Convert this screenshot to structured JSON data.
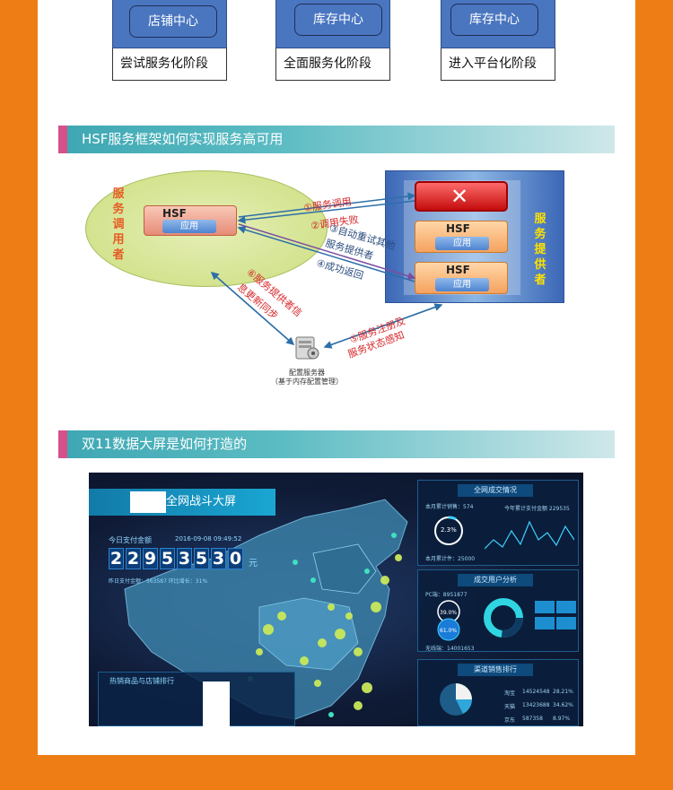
{
  "stages": [
    {
      "pill": "店铺中心",
      "label": "尝试服务化阶段"
    },
    {
      "pill": "库存中心",
      "label": "全面服务化阶段"
    },
    {
      "pill": "库存中心",
      "label": "进入平台化阶段"
    }
  ],
  "section1": {
    "title": "HSF服务框架如何实现服务高可用"
  },
  "hsf_diagram": {
    "consumer_label": "服务调用者",
    "provider_label": "服务提供者",
    "node_title": "HSF",
    "node_app": "应用",
    "error_mark": "✕",
    "steps": {
      "s1": "①服务调用",
      "s2": "②调用失败",
      "s3a": "③自动重试其他",
      "s3b": "服务提供者",
      "s4": "④成功返回",
      "s6a": "⑥服务提供者信",
      "s6b": "息更新同步",
      "s5a": "⑤服务注册及",
      "s5b": "服务状态感知"
    },
    "server_label_1": "配置服务器",
    "server_label_2": "（基于内存配置管理）"
  },
  "section2": {
    "title": "双11数据大屏是如何打造的"
  },
  "dashboard": {
    "title": "全网战斗大屏",
    "pay_label": "今日支付金额",
    "pay_date": "2016-09-08 09:49:52",
    "digits": [
      "2",
      "2",
      "9",
      "5",
      "3",
      "5",
      "3",
      "0"
    ],
    "unit": "元",
    "sub_stats": "昨日支付金额：563587     环比增长：31%",
    "rank_title": "热销商品与店铺排行",
    "panel1_title": "全网成交情况",
    "panel1_total": "今年累计支付金额 229535",
    "panel1_count": "本月累计销售：574",
    "panel1_count2": "本月累计件：25000",
    "panel1_pct": "2.3%",
    "panel2_title": "成交用户分析",
    "panel2_pct1": "39.0%",
    "panel2_pct2": "61.0%",
    "panel2_pc": "PC端：8951877",
    "panel2_wireless": "无线端：14001653",
    "panel3_title": "渠道销售排行",
    "channels": [
      {
        "name": "淘宝",
        "value": "14524548",
        "pct": "28.21%"
      },
      {
        "name": "天猫",
        "value": "13423688",
        "pct": "34.62%"
      },
      {
        "name": "京东",
        "value": "587358",
        "pct": "8.97%"
      }
    ]
  }
}
